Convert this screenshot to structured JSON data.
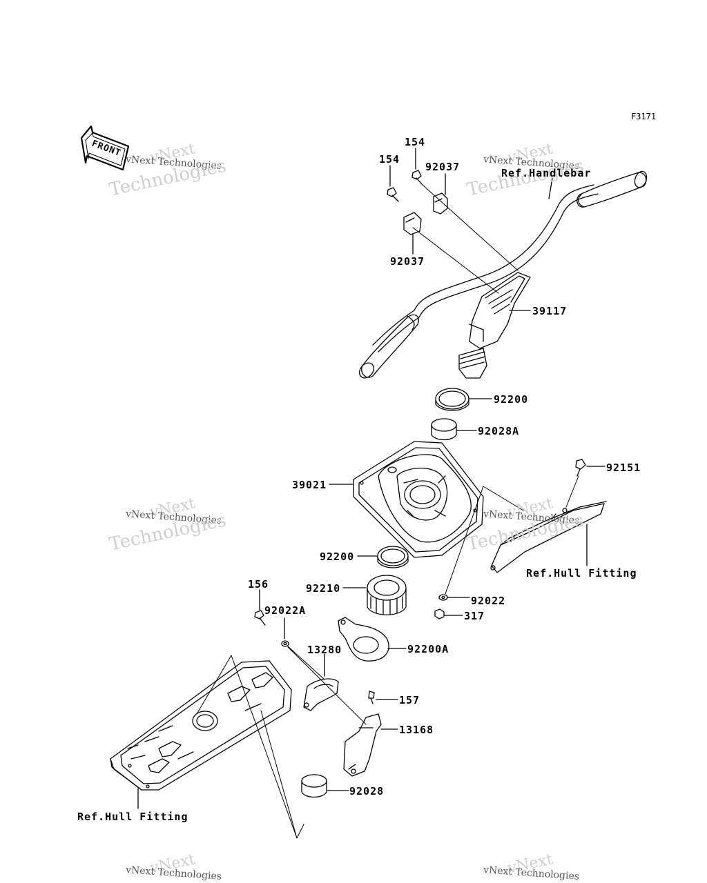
{
  "figure_code": "F3171",
  "front_arrow_label": "FRONT",
  "watermark": {
    "line1": "vNext",
    "line2": "vNext Technologies",
    "line3": "Technologies"
  },
  "part_labels": {
    "p154a": "154",
    "p154b": "154",
    "p92037a": "92037",
    "p92037b": "92037",
    "ref_handlebar": "Ref.Handlebar",
    "p39117": "39117",
    "p92200a": "92200",
    "p92028a": "92028A",
    "p92151": "92151",
    "p39021": "39021",
    "ref_hull_fitting_right": "Ref.Hull Fitting",
    "p92200b": "92200",
    "p92210": "92210",
    "p92022": "92022",
    "p156": "156",
    "p92022a": "92022A",
    "p317": "317",
    "p13280": "13280",
    "p92200aa": "92200A",
    "p157": "157",
    "p13168": "13168",
    "p92028": "92028",
    "ref_hull_fitting_left": "Ref.Hull Fitting"
  }
}
